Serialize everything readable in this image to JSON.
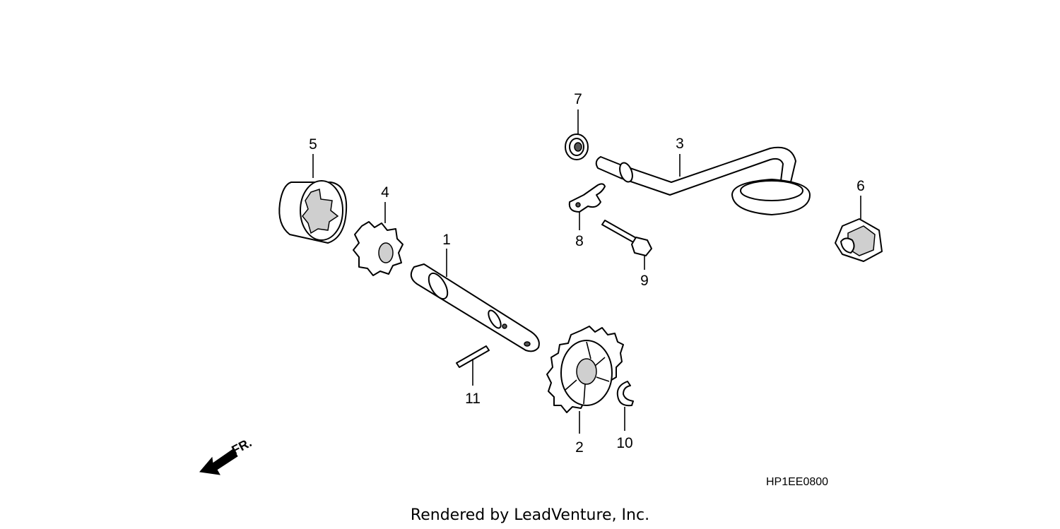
{
  "callouts": [
    "1",
    "2",
    "3",
    "4",
    "5",
    "6",
    "7",
    "8",
    "9",
    "10",
    "11"
  ],
  "diagram_code": "HP1EE0800",
  "direction_label": "FR.",
  "footer": "Rendered by LeadVenture, Inc."
}
